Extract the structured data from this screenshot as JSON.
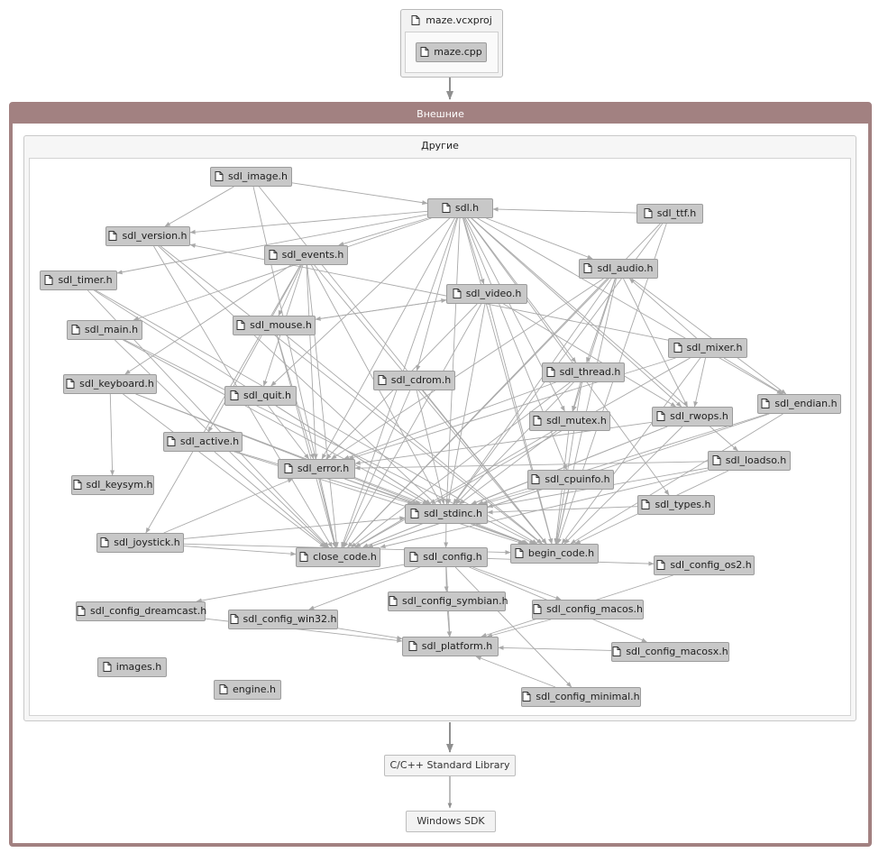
{
  "project": {
    "name": "maze.vcxproj",
    "file": "maze.cpp"
  },
  "groups": {
    "outer": "Внешние",
    "inner": "Другие"
  },
  "nodes": {
    "sdl_image": "sdl_image.h",
    "sdl": "sdl.h",
    "sdl_ttf": "sdl_ttf.h",
    "sdl_version": "sdl_version.h",
    "sdl_events": "sdl_events.h",
    "sdl_audio": "sdl_audio.h",
    "sdl_timer": "sdl_timer.h",
    "sdl_video": "sdl_video.h",
    "sdl_main": "sdl_main.h",
    "sdl_mouse": "sdl_mouse.h",
    "sdl_mixer": "sdl_mixer.h",
    "sdl_keyboard": "sdl_keyboard.h",
    "sdl_cdrom": "sdl_cdrom.h",
    "sdl_thread": "sdl_thread.h",
    "sdl_quit": "sdl_quit.h",
    "sdl_endian": "sdl_endian.h",
    "sdl_mutex": "sdl_mutex.h",
    "sdl_rwops": "sdl_rwops.h",
    "sdl_active": "sdl_active.h",
    "sdl_error": "sdl_error.h",
    "sdl_loadso": "sdl_loadso.h",
    "sdl_keysym": "sdl_keysym.h",
    "sdl_cpuinfo": "sdl_cpuinfo.h",
    "sdl_stdinc": "sdl_stdinc.h",
    "sdl_types": "sdl_types.h",
    "sdl_joystick": "sdl_joystick.h",
    "close_code": "close_code.h",
    "sdl_config": "sdl_config.h",
    "begin_code": "begin_code.h",
    "sdl_config_os2": "sdl_config_os2.h",
    "sdl_config_symbian": "sdl_config_symbian.h",
    "sdl_config_dreamcast": "sdl_config_dreamcast.h",
    "sdl_config_macos": "sdl_config_macos.h",
    "sdl_config_win32": "sdl_config_win32.h",
    "sdl_platform": "sdl_platform.h",
    "sdl_config_macosx": "sdl_config_macosx.h",
    "images": "images.h",
    "engine": "engine.h",
    "sdl_config_minimal": "sdl_config_minimal.h"
  },
  "external": {
    "stdlib": "C/C++ Standard Library",
    "winsdk": "Windows SDK"
  },
  "colors": {
    "group_header": "#a28181",
    "node_fill": "#c8c8c8",
    "edge": "#a9a9a9"
  },
  "icons": {
    "file": "file-icon"
  }
}
